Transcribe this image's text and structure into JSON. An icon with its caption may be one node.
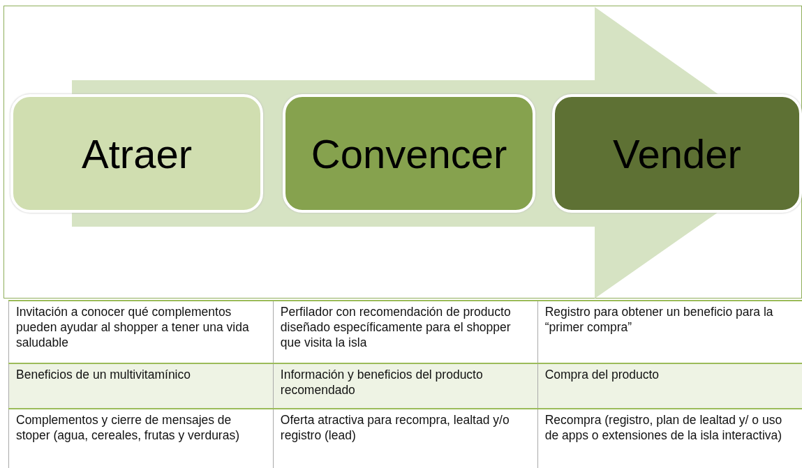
{
  "diagram": {
    "nodes": [
      {
        "text": [
          "Atraer"
        ]
      },
      {
        "text": [
          "Convencer"
        ]
      },
      {
        "text": [
          "Vender"
        ]
      }
    ],
    "edges": [
      {
        "from": 0,
        "to": 2,
        "arrow": "to"
      }
    ],
    "labels": [
      "Invitación a conocer qué complementos pueden ayudar al shopper a tener una vida saludable",
      "Perfilador con recomendación de producto diseñado específicamente para el shopper que visita la isla",
      "Registro para obtener un beneficio para la “primer compra”",
      "Beneficios de un multivitamínico",
      "Información y beneficios del producto recomendado",
      "Compra del producto",
      "Complementos y cierre de mensajes de stoper (agua, cereales, frutas y verduras)",
      "Oferta atractiva para recompra, lealtad y/o registro (lead)",
      "Recompra (registro, plan de lealtad y/ o uso de apps o extensiones de la isla interactiva)"
    ]
  }
}
